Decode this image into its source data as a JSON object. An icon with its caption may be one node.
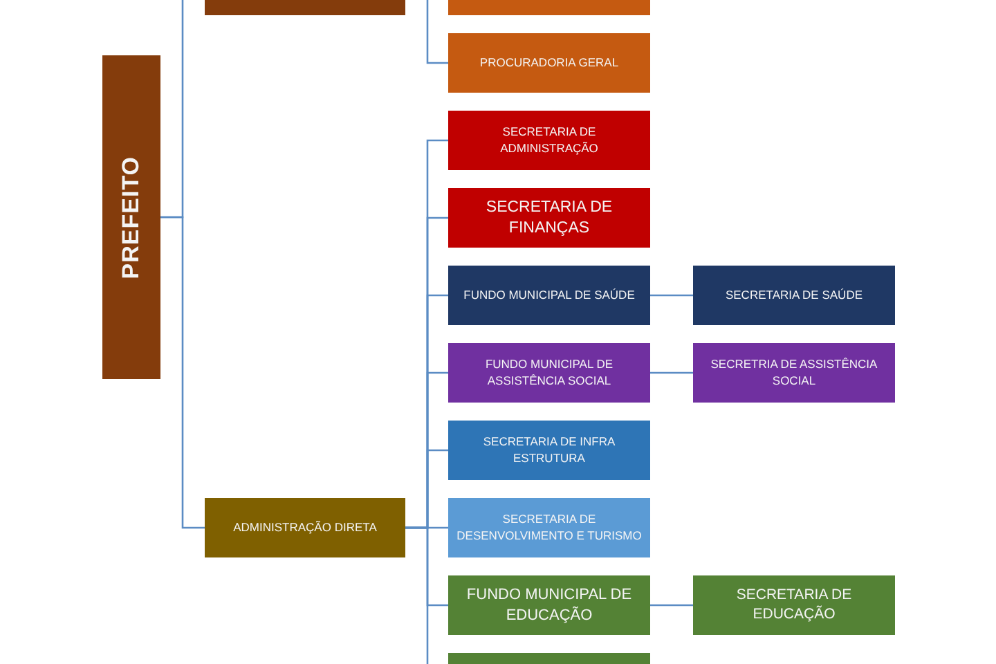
{
  "diagram": {
    "nodes": [
      {
        "text": [],
        "shape": "box"
      },
      {
        "text": [],
        "shape": "box"
      },
      {
        "text": [
          "PROCURADORIA GERAL"
        ]
      },
      {
        "text": [
          "PREFEITO"
        ]
      },
      {
        "text": [
          "SECRETARIA DE ADMINISTRAÇÃO"
        ]
      },
      {
        "text": [
          "SECRETARIA DE FINANÇAS"
        ]
      },
      {
        "text": [
          "FUNDO MUNICIPAL DE SAÚDE"
        ]
      },
      {
        "text": [
          "SECRETARIA DE SAÚDE"
        ]
      },
      {
        "text": [
          "FUNDO MUNICIPAL DE ASSISTÊNCIA SOCIAL"
        ]
      },
      {
        "text": [
          "SECRETRIA DE ASSISTÊNCIA SOCIAL"
        ]
      },
      {
        "text": [
          "SECRETARIA DE INFRA ESTRUTURA"
        ]
      },
      {
        "text": [
          "ADMINISTRAÇÃO DIRETA"
        ]
      },
      {
        "text": [
          "SECRETARIA DE DESENVOLVIMENTO E TURISMO"
        ]
      },
      {
        "text": [
          "FUNDO MUNICIPAL DE EDUCAÇÃO"
        ]
      },
      {
        "text": [
          "SECRETARIA DE EDUCAÇÃO"
        ]
      },
      {
        "text": [],
        "shape": "box"
      }
    ],
    "edges": [
      {
        "from": 3,
        "to": null,
        "arrow": "none"
      },
      {
        "from": 3,
        "to": 11,
        "arrow": "none"
      },
      {
        "from": null,
        "to": 2,
        "arrow": "none"
      },
      {
        "from": 11,
        "to": 4,
        "arrow": "none"
      },
      {
        "from": 11,
        "to": 5,
        "arrow": "none"
      },
      {
        "from": 11,
        "to": 6,
        "arrow": "none"
      },
      {
        "from": 11,
        "to": 8,
        "arrow": "none"
      },
      {
        "from": 11,
        "to": 10,
        "arrow": "none"
      },
      {
        "from": 11,
        "to": 12,
        "arrow": "none"
      },
      {
        "from": 11,
        "to": 13,
        "arrow": "none"
      },
      {
        "from": 11,
        "to": null,
        "arrow": "none"
      },
      {
        "from": 6,
        "to": 7,
        "arrow": "none"
      },
      {
        "from": 8,
        "to": 9,
        "arrow": "none"
      },
      {
        "from": 13,
        "to": 14,
        "arrow": "none"
      }
    ]
  }
}
